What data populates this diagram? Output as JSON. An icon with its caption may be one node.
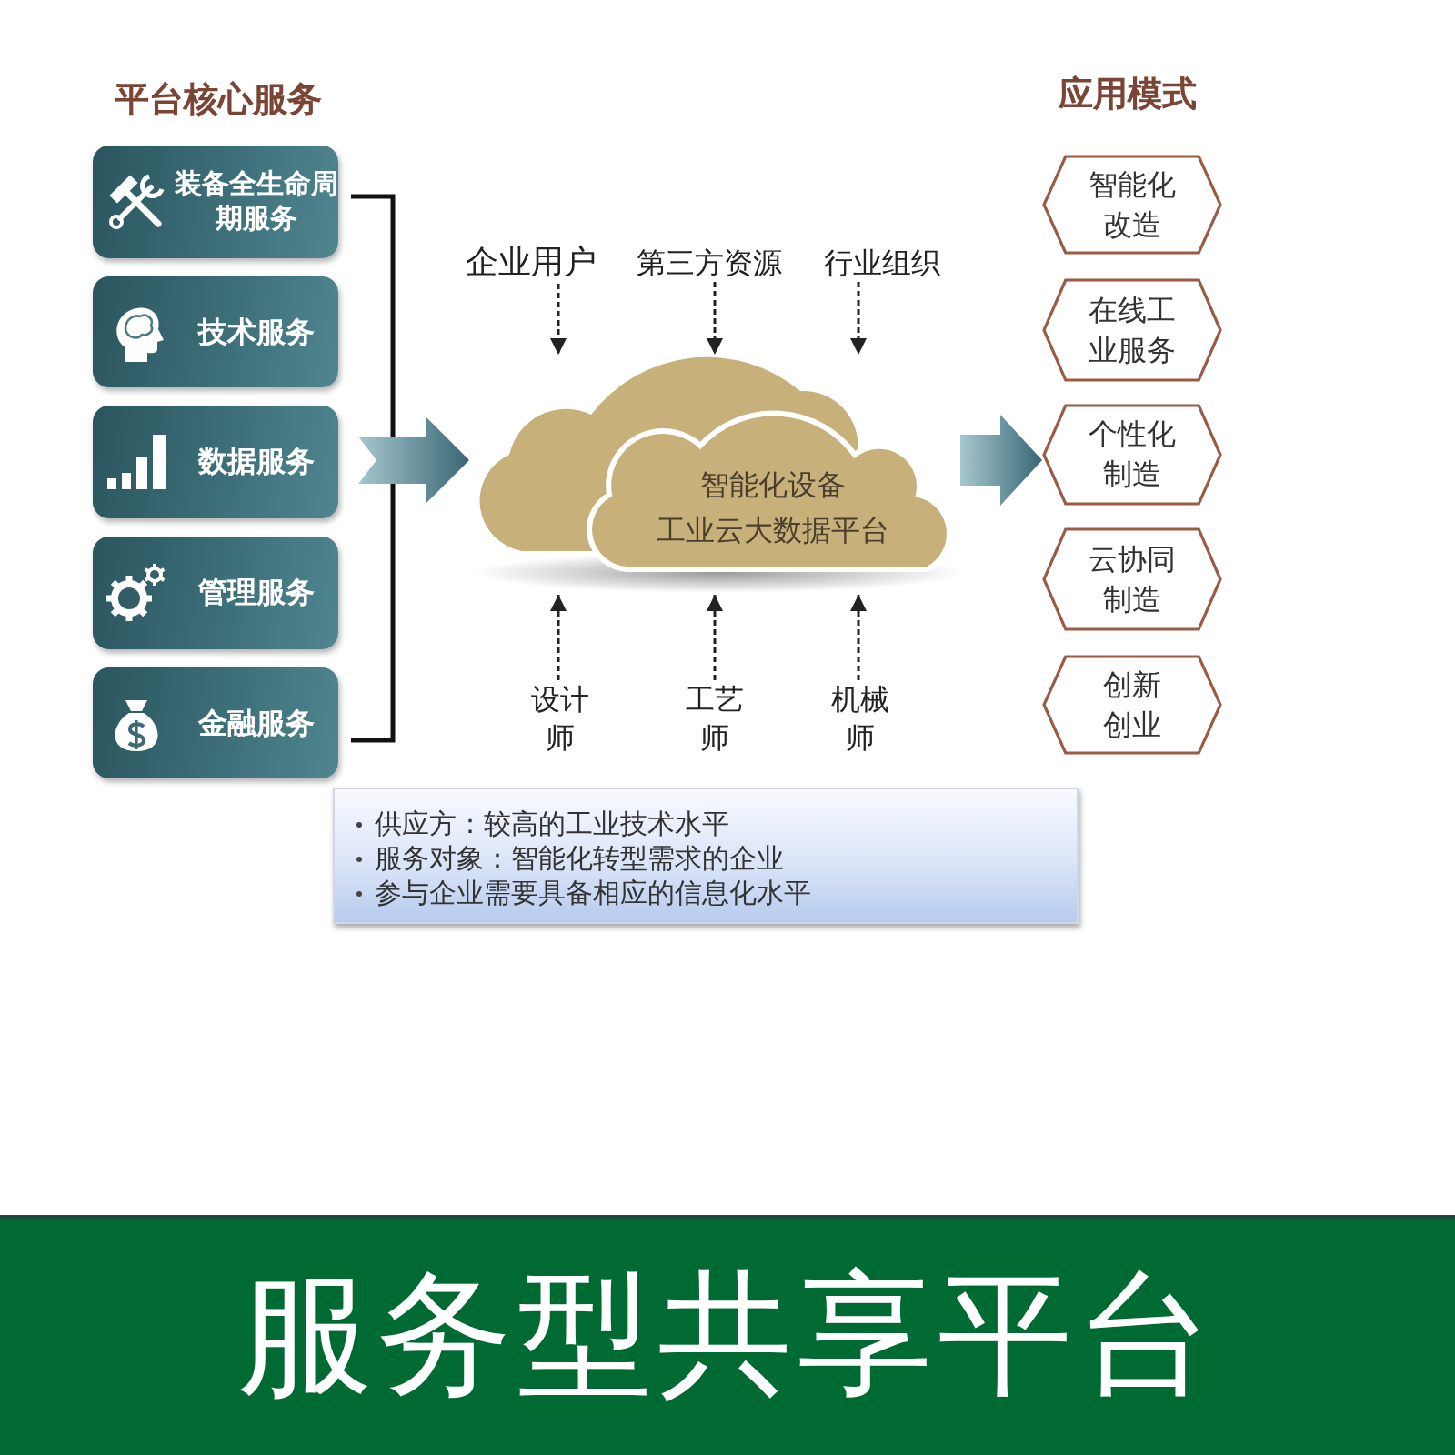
{
  "diagram": {
    "title": "服务型共享平台",
    "nodes": [
      {
        "text": [
          "装备全生命周期服务"
        ]
      },
      {
        "text": [
          "技术服务"
        ]
      },
      {
        "text": [
          "数据服务"
        ]
      },
      {
        "text": [
          "管理服务"
        ]
      },
      {
        "text": [
          "金融服务"
        ]
      },
      {
        "text": [
          "企业用户"
        ]
      },
      {
        "text": [
          "第三方资源"
        ]
      },
      {
        "text": [
          "行业组织"
        ]
      },
      {
        "text": [
          "智能化设备",
          "工业云大数据平台"
        ]
      },
      {
        "text": [
          "设计师"
        ]
      },
      {
        "text": [
          "工艺师"
        ]
      },
      {
        "text": [
          "机械师"
        ]
      },
      {
        "text": [
          "智能化改造"
        ]
      },
      {
        "text": [
          "在线工业服务"
        ]
      },
      {
        "text": [
          "个性化制造"
        ]
      },
      {
        "text": [
          "云协同制造"
        ]
      },
      {
        "text": [
          "创新创业"
        ]
      },
      {
        "text": [
          "供应方：较高的工业技术水平",
          "服务对象：智能化转型需求的企业",
          "参与企业需要具备相应的信息化水平"
        ]
      }
    ],
    "edges": [
      {
        "from": null,
        "to": 8,
        "arrow": "to",
        "style": "thick"
      },
      {
        "from": 8,
        "to": 14,
        "arrow": "to",
        "style": "thick"
      },
      {
        "from": 5,
        "to": 8,
        "arrow": "to",
        "style": "dashed"
      },
      {
        "from": 6,
        "to": 8,
        "arrow": "to",
        "style": "dashed"
      },
      {
        "from": 7,
        "to": 8,
        "arrow": "to",
        "style": "dashed"
      },
      {
        "from": 9,
        "to": 8,
        "arrow": "to",
        "style": "dashed"
      },
      {
        "from": 10,
        "to": 8,
        "arrow": "to",
        "style": "dashed"
      },
      {
        "from": 11,
        "to": 8,
        "arrow": "to",
        "style": "dashed"
      }
    ],
    "labels": [
      "平台核心服务",
      "应用模式"
    ]
  }
}
